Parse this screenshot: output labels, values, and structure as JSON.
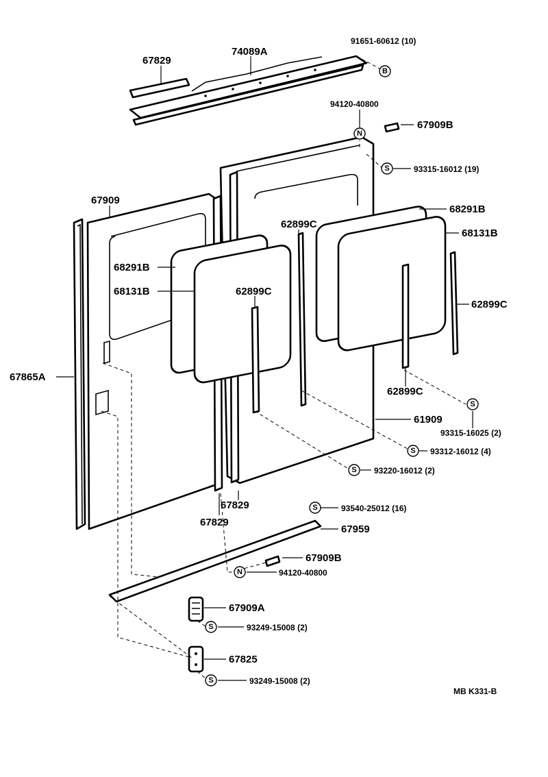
{
  "diagram_code": "MB K331-B",
  "symbols": {
    "s": "S",
    "n": "N",
    "b": "B"
  },
  "labels": {
    "p67829_top": "67829",
    "p74089A": "74089A",
    "p91651": "91651-60612 (10)",
    "p94120_top": "94120-40800",
    "p67909B_top": "67909B",
    "p93315_16012": "93315-16012 (19)",
    "p67909": "67909",
    "p68291B_right": "68291B",
    "p62899C_a": "62899C",
    "p68131B_right": "68131B",
    "p68291B_left": "68291B",
    "p68131B_left": "68131B",
    "p62899C_b": "62899C",
    "p62899C_c": "62899C",
    "p67865A": "67865A",
    "p62899C_d": "62899C",
    "p93315_16025": "93315-16025 (2)",
    "p61909": "61909",
    "p93312": "93312-16012 (4)",
    "p93220": "93220-16012 (2)",
    "p67829_mid": "67829",
    "p67829_low": "67829",
    "p93540": "93540-25012 (16)",
    "p67959": "67959",
    "p67909B_low": "67909B",
    "p94120_low": "94120-40800",
    "p67909A": "67909A",
    "p93249_a": "93249-15008 (2)",
    "p67825": "67825",
    "p93249_b": "93249-15008 (2)"
  }
}
